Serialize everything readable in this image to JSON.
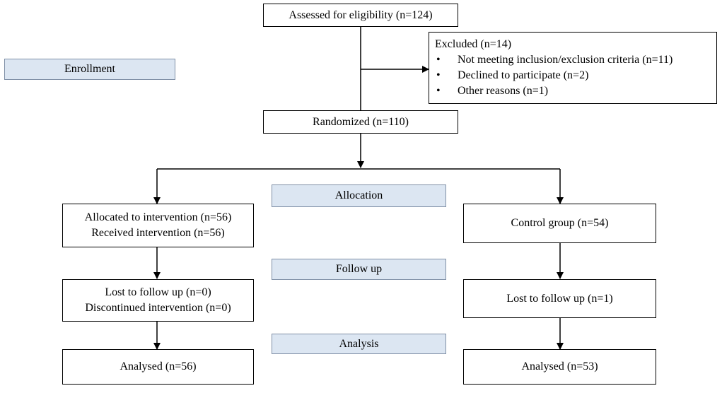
{
  "stages": {
    "enrollment": "Enrollment",
    "allocation": "Allocation",
    "followup": "Follow up",
    "analysis": "Analysis"
  },
  "assessed": "Assessed for eligibility  (n=124)",
  "excluded": {
    "title": "Excluded (n=14)",
    "items": [
      "Not meeting  inclusion/exclusion  criteria  (n=11)",
      "Declined  to participate  (n=2)",
      "Other reasons (n=1)"
    ]
  },
  "randomized": "Randomized (n=110)",
  "intervention": {
    "allocated": "Allocated to intervention  (n=56)",
    "received": "Received intervention  (n=56)",
    "lost": "Lost to follow up (n=0)",
    "discontinued": "Discontinued intervention  (n=0)",
    "analysed": "Analysed  (n=56)"
  },
  "control": {
    "group": "Control group (n=54)",
    "lost": "Lost to follow up (n=1)",
    "analysed": "Analysed (n=53)"
  }
}
